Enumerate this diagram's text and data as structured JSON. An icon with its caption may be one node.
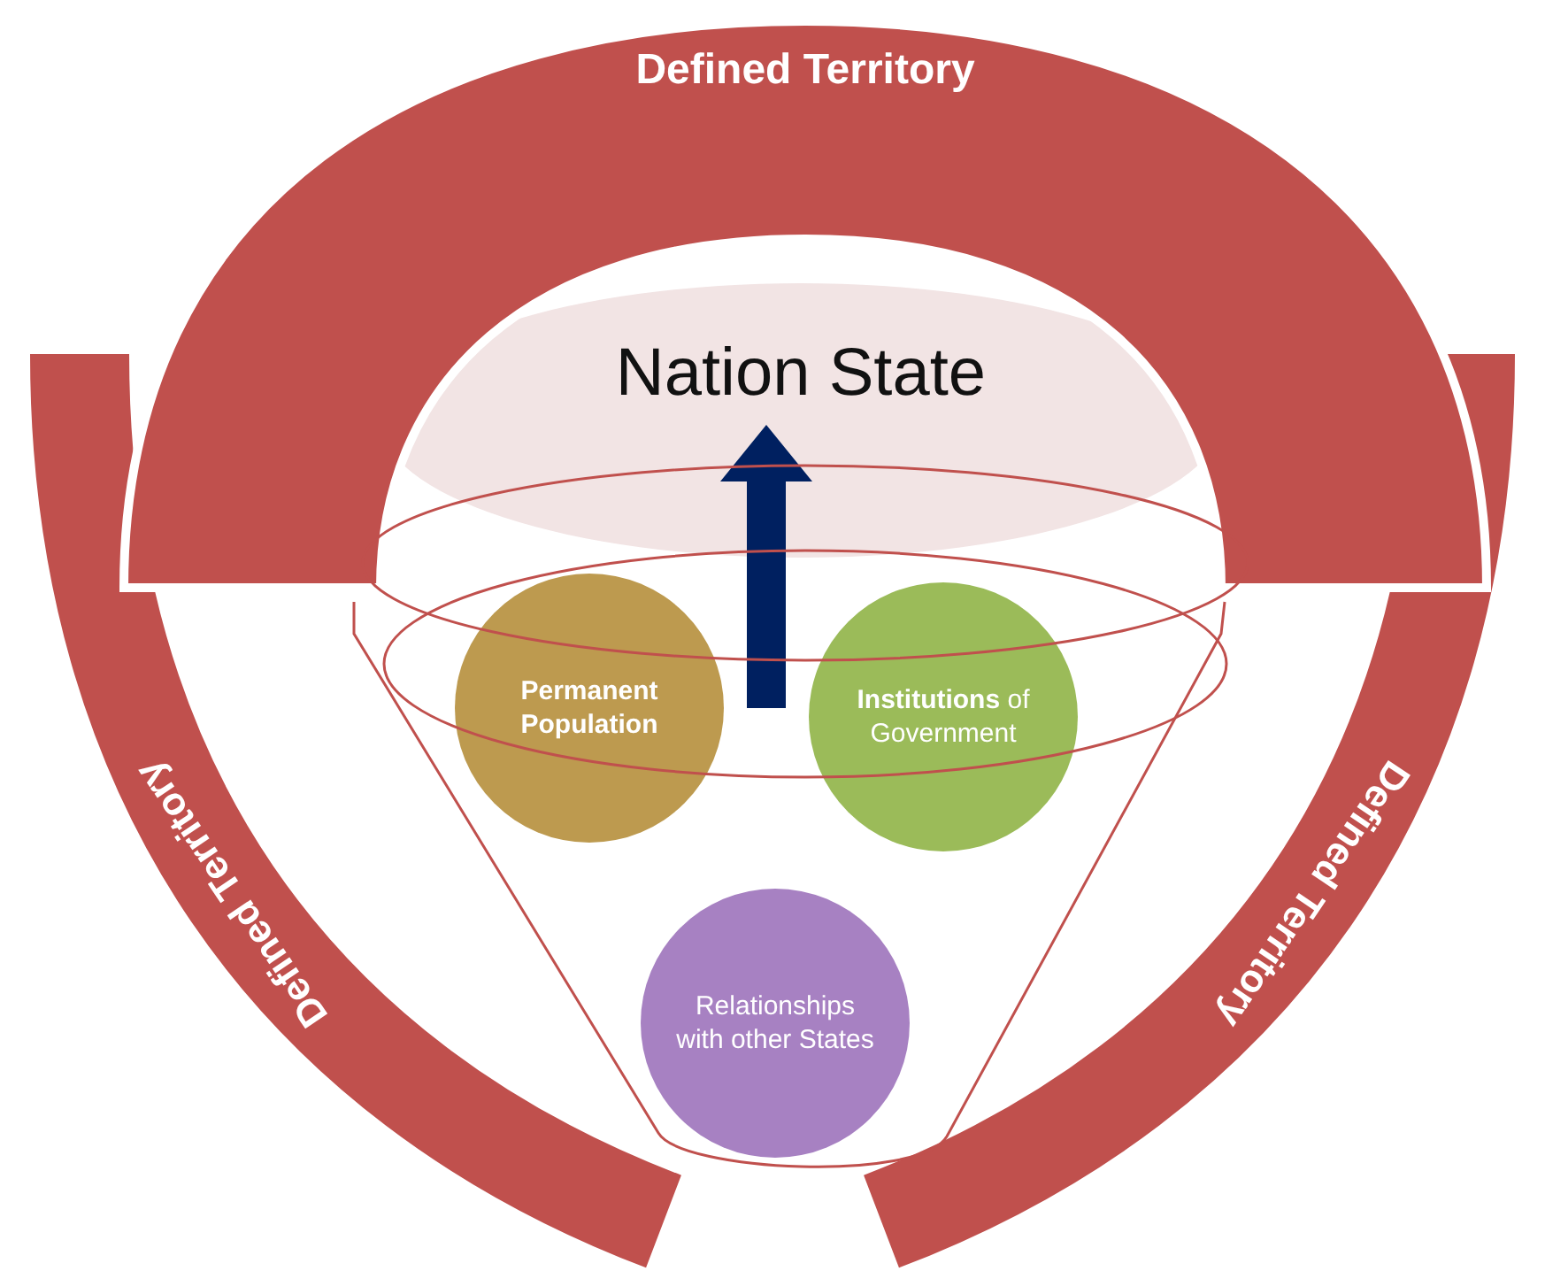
{
  "diagram": {
    "nodes": [
      {
        "text": [
          "Defined Territory"
        ]
      },
      {
        "text": [
          "Defined Territory"
        ]
      },
      {
        "text": [
          "Defined Territory"
        ]
      },
      {
        "text": [
          "Nation State"
        ]
      },
      {
        "text": [
          "Permanent Population"
        ]
      },
      {
        "text": [
          "**Institutions** of Government"
        ]
      },
      {
        "text": [
          "Relationships with other States"
        ]
      }
    ],
    "edges": [
      {
        "from": null,
        "to": 3,
        "arrow": "to"
      }
    ]
  }
}
